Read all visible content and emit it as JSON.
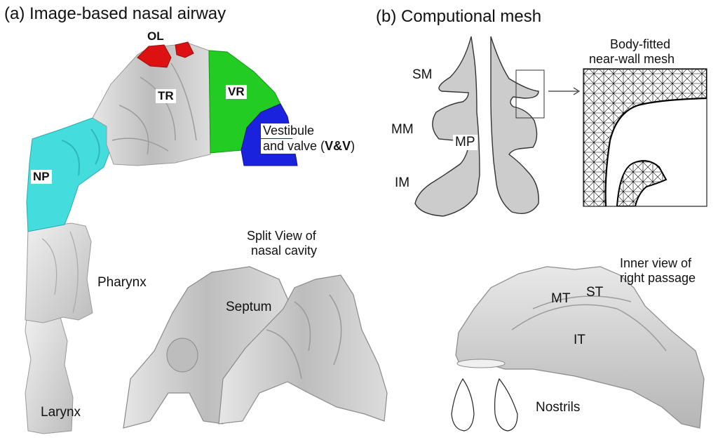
{
  "panel_a": {
    "title": "(a) Image-based nasal airway",
    "regions": {
      "ol": "OL",
      "tr": "TR",
      "vr": "VR",
      "np": "NP",
      "vestibule_line1": "Vestibule",
      "vestibule_line2": "and valve (",
      "vestibule_abbr": "V&V",
      "vestibule_close": ")"
    },
    "pharynx": "Pharynx",
    "larynx": "Larynx",
    "split_view_line1": "Split View of",
    "split_view_line2": "nasal cavity",
    "septum": "Septum"
  },
  "panel_b": {
    "title": "(b) Computional mesh",
    "sm": "SM",
    "mm": "MM",
    "mp": "MP",
    "im": "IM",
    "mesh_label_line1": "Body-fitted",
    "mesh_label_line2": "near-wall mesh",
    "inner_view_line1": "Inner view of",
    "inner_view_line2": "right passage",
    "mt": "MT",
    "st": "ST",
    "it": "IT",
    "nostrils": "Nostrils"
  },
  "colors": {
    "olfactory": "#dd1111",
    "vr": "#22cc22",
    "vestibule": "#1a22dd",
    "np": "#44dddd",
    "tissue": "#d8d8d8",
    "section": "#cccccc"
  }
}
